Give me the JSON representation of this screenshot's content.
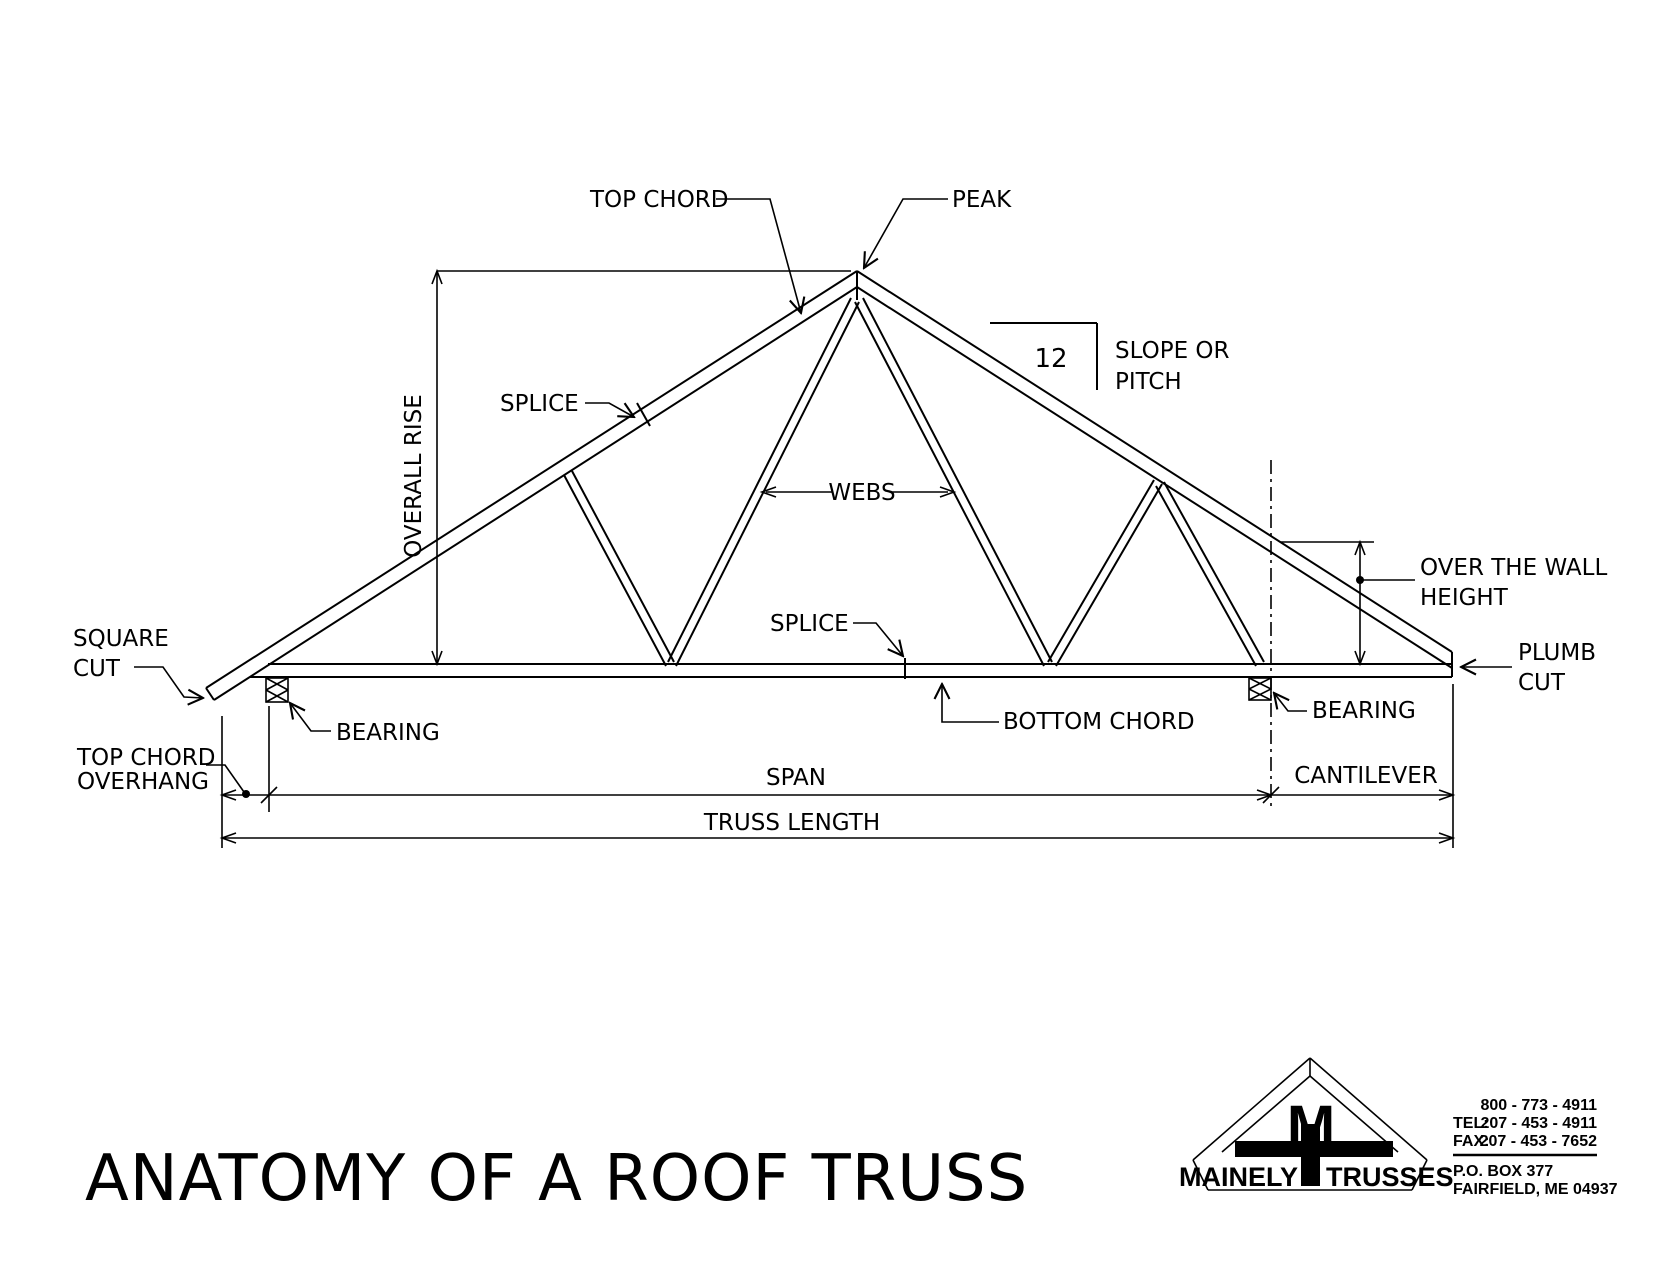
{
  "labels": {
    "top_chord": "TOP CHORD",
    "peak": "PEAK",
    "slope_value": "12",
    "slope_line1": "SLOPE OR",
    "slope_line2": "PITCH",
    "splice_top": "SPLICE",
    "overall_rise": "OVERALL RISE",
    "webs": "WEBS",
    "over_the_wall_line1": "OVER THE WALL",
    "over_the_wall_line2": "HEIGHT",
    "square_cut_line1": "SQUARE",
    "square_cut_line2": "CUT",
    "bearing_left": "BEARING",
    "bearing_right": "BEARING",
    "splice_bottom": "SPLICE",
    "bottom_chord": "BOTTOM CHORD",
    "plumb_cut_line1": "PLUMB",
    "plumb_cut_line2": "CUT",
    "overhang_line1": "TOP CHORD",
    "overhang_line2": "OVERHANG",
    "span": "SPAN",
    "cantilever": "CANTILEVER",
    "truss_length": "TRUSS LENGTH"
  },
  "title": "ANATOMY OF A ROOF TRUSS",
  "logo": {
    "monogram": "M",
    "name_left": "MAINELY",
    "name_right": "TRUSSES",
    "phone_800": "800 - 773 - 4911",
    "tel_label": "TEL:",
    "tel_number": "207 - 453 - 4911",
    "fax_label": "FAX:",
    "fax_number": "207 - 453 - 7652",
    "po_box": "P.O. BOX 377",
    "city": "FAIRFIELD, ME 04937"
  },
  "colors": {
    "line": "#000000",
    "background": "#ffffff"
  }
}
